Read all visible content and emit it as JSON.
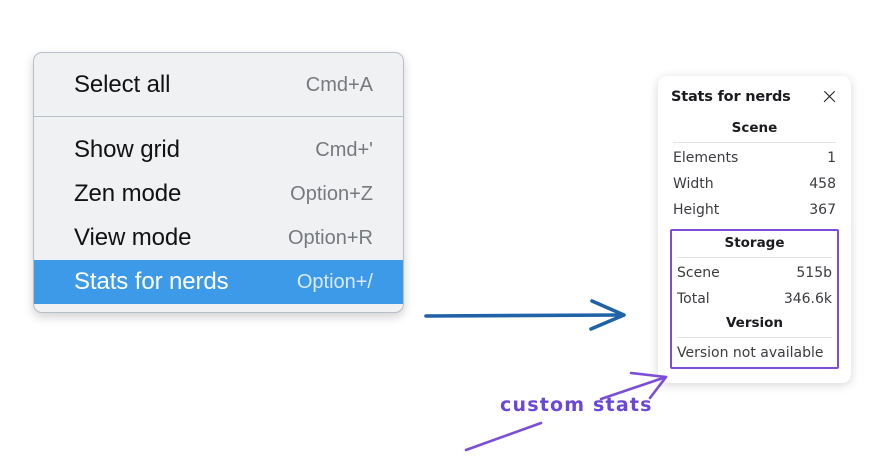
{
  "context_menu": {
    "groups": [
      {
        "items": [
          {
            "label": "Select all",
            "shortcut": "Cmd+A",
            "selected": false
          }
        ]
      },
      {
        "items": [
          {
            "label": "Show grid",
            "shortcut": "Cmd+'",
            "selected": false
          },
          {
            "label": "Zen mode",
            "shortcut": "Option+Z",
            "selected": false
          },
          {
            "label": "View mode",
            "shortcut": "Option+R",
            "selected": false
          },
          {
            "label": "Stats for nerds",
            "shortcut": "Option+/",
            "selected": true
          }
        ]
      }
    ],
    "highlight_color": "#3d9ae8",
    "background_color": "#f0f1f3"
  },
  "stats_panel": {
    "title": "Stats for nerds",
    "close_icon": "close-icon",
    "sections": [
      {
        "title": "Scene",
        "rows": [
          {
            "key": "Elements",
            "value": "1"
          },
          {
            "key": "Width",
            "value": "458"
          },
          {
            "key": "Height",
            "value": "367"
          }
        ]
      },
      {
        "title": "Storage",
        "rows": [
          {
            "key": "Scene",
            "value": "515b"
          },
          {
            "key": "Total",
            "value": "346.6k"
          }
        ]
      },
      {
        "title": "Version",
        "note": "Version not available",
        "rows": []
      }
    ],
    "custom_outline_color": "#7b4ed8"
  },
  "annotations": {
    "label": "custom stats",
    "label_color": "#6a47d6",
    "blue_arrow_color": "#1f62a8",
    "purple_arrow_color": "#7b4ed8"
  }
}
